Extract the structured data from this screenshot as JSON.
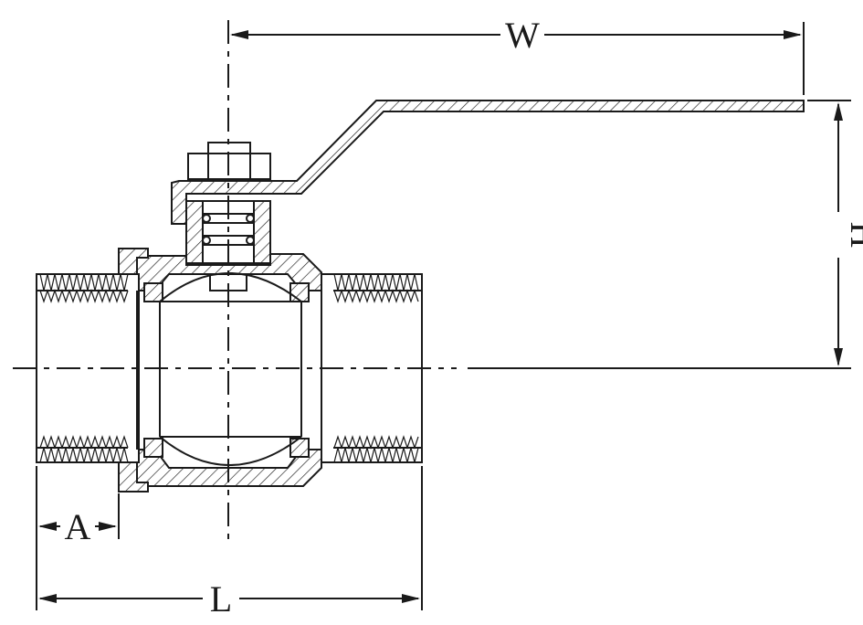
{
  "dimensions": {
    "width_label": "W",
    "height_label": "H",
    "length_label": "L",
    "thread_label": "A"
  }
}
